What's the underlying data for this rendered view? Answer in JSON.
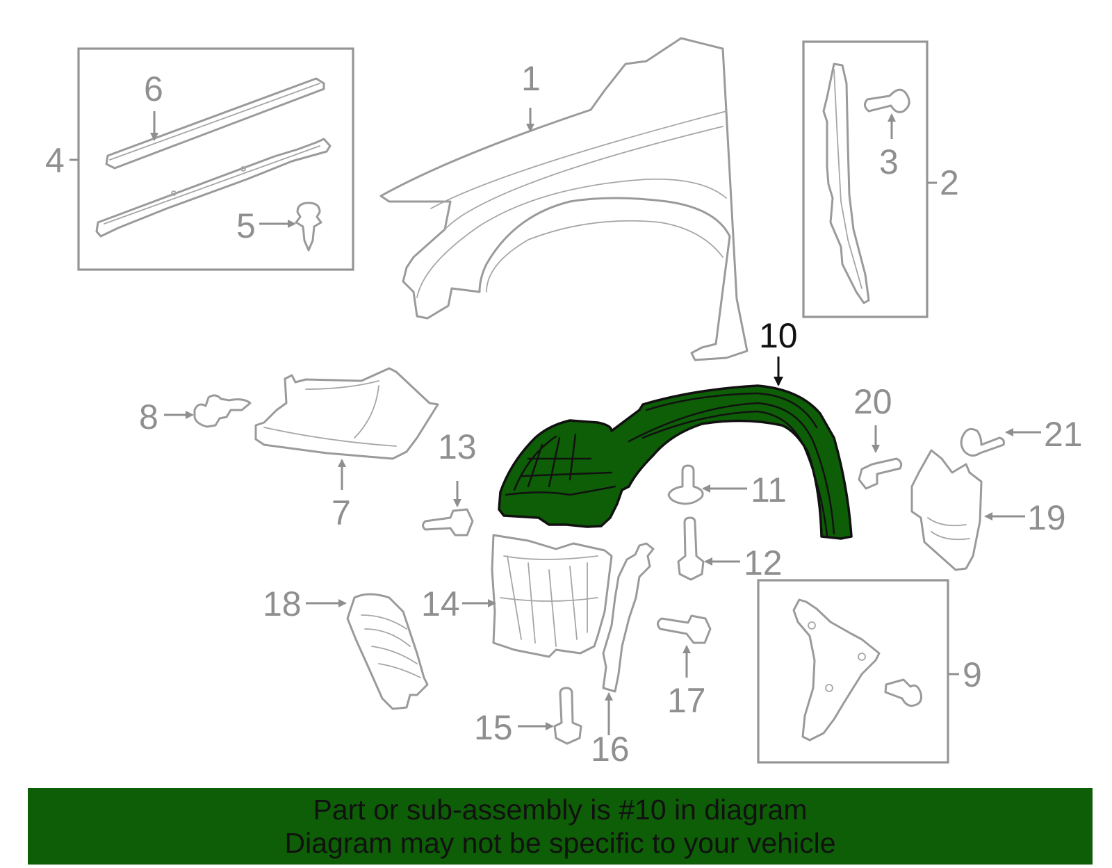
{
  "diagram": {
    "labels": {
      "p1": "1",
      "p2": "2",
      "p3": "3",
      "p4": "4",
      "p5": "5",
      "p6": "6",
      "p7": "7",
      "p8": "8",
      "p9": "9",
      "p10": "10",
      "p11": "11",
      "p12": "12",
      "p13": "13",
      "p14": "14",
      "p15": "15",
      "p16": "16",
      "p17": "17",
      "p18": "18",
      "p19": "19",
      "p20": "20",
      "p21": "21"
    },
    "highlighted_part": "10",
    "highlight_color": "#0d5e06",
    "line_color": "#9a9a9a"
  },
  "banner": {
    "line1": "Part or sub-assembly is #10 in diagram",
    "line2": "Diagram may not be specific to your vehicle",
    "background": "#0d5e06"
  }
}
